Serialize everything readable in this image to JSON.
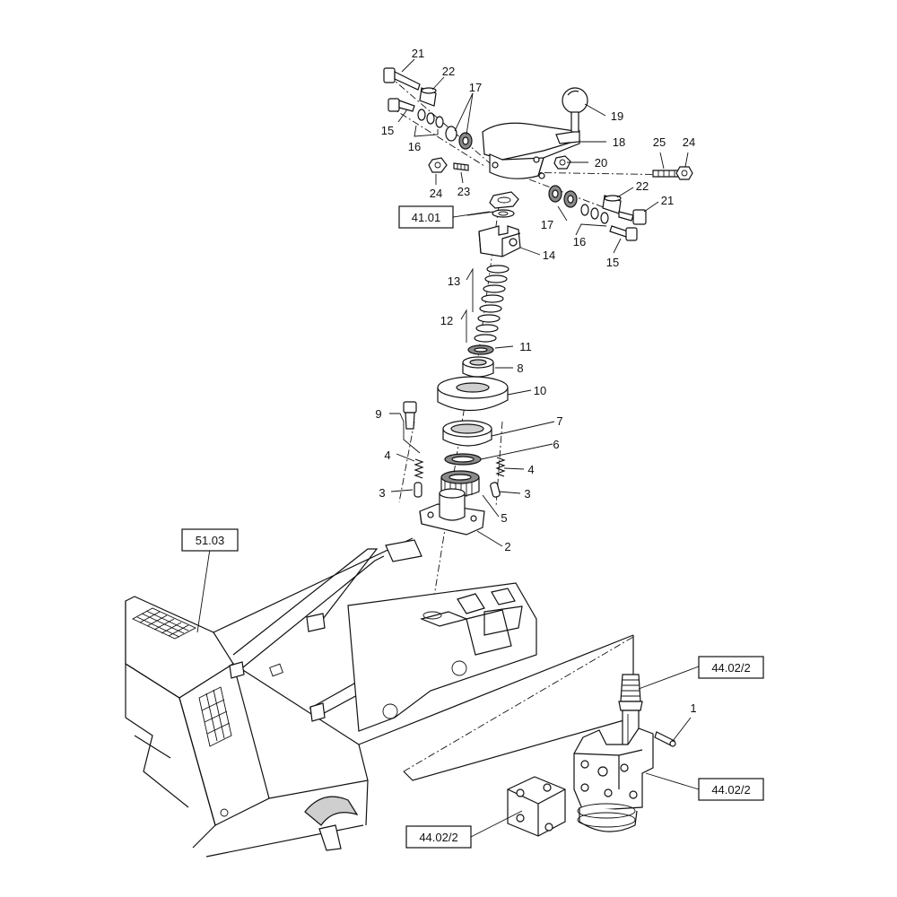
{
  "callouts": {
    "c21a": "21",
    "c22a": "22",
    "c17a": "17",
    "c19": "19",
    "c15a": "15",
    "c16a": "16",
    "c18": "18",
    "c25": "25",
    "c24a": "24",
    "c20": "20",
    "c24b": "24",
    "c23": "23",
    "c22b": "22",
    "c21b": "21",
    "c17b": "17",
    "c16b": "16",
    "c15b": "15",
    "c14": "14",
    "c13": "13",
    "c12": "12",
    "c11": "11",
    "c8": "8",
    "c10": "10",
    "c9": "9",
    "c7": "7",
    "c6": "6",
    "c4a": "4",
    "c4b": "4",
    "c3a": "3",
    "c3b": "3",
    "c5": "5",
    "c2": "2",
    "c1": "1"
  },
  "references": {
    "ref_4101": "41.01",
    "ref_5103": "51.03",
    "ref_4402_top": "44.02/2",
    "ref_4402_mid": "44.02/2",
    "ref_4402_bot": "44.02/2"
  }
}
